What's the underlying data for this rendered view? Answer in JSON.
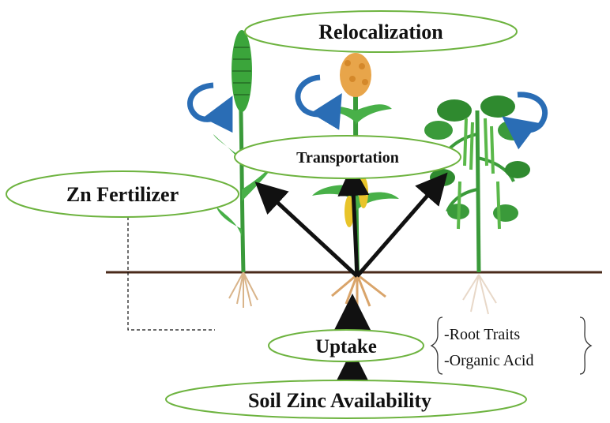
{
  "labels": {
    "relocalization": "Relocalization",
    "transportation": "Transportation",
    "fertilizer": "Zn Fertilizer",
    "uptake": "Uptake",
    "soil": "Soil Zinc Availability"
  },
  "factors": [
    "-Root Traits",
    "-Organic Acid"
  ],
  "colors": {
    "ellipse_border": "#6db33f",
    "soil_line": "#4a2a1a",
    "rotation_arrow": "#2a6db5",
    "plant_green": "#2f9e2f",
    "arrow": "#111111"
  },
  "icons": [
    "wheat-plant-icon",
    "sorghum-corn-plant-icon",
    "soybean-plant-icon",
    "rotation-arrow-icon",
    "roots-icon"
  ]
}
